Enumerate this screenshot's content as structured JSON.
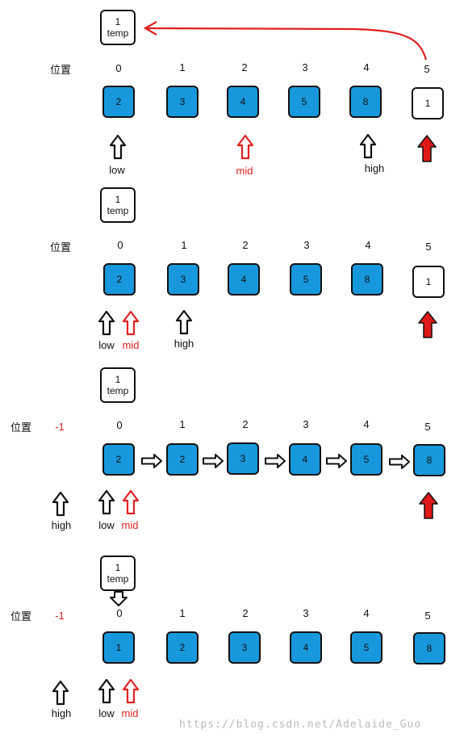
{
  "position_label": "位置",
  "temp_value": "1",
  "temp_label": "temp",
  "minus_one": "-1",
  "watermark": "https://blog.csdn.net/Adelaide_Guo",
  "steps": [
    {
      "indices": [
        "0",
        "1",
        "2",
        "3",
        "4",
        "5"
      ],
      "boxes": [
        {
          "v": "2",
          "fill": "blue"
        },
        {
          "v": "3",
          "fill": "blue"
        },
        {
          "v": "4",
          "fill": "blue"
        },
        {
          "v": "5",
          "fill": "blue"
        },
        {
          "v": "8",
          "fill": "blue"
        },
        {
          "v": "1",
          "fill": "white"
        }
      ],
      "pointers": [
        {
          "label": "low",
          "slot": 0,
          "color": "black"
        },
        {
          "label": "mid",
          "slot": 2,
          "color": "red"
        },
        {
          "label": "high",
          "slot": 4,
          "color": "black"
        }
      ],
      "red_arrow_slot": 5
    },
    {
      "indices": [
        "0",
        "1",
        "2",
        "3",
        "4",
        "5"
      ],
      "boxes": [
        {
          "v": "2",
          "fill": "blue"
        },
        {
          "v": "3",
          "fill": "blue"
        },
        {
          "v": "4",
          "fill": "blue"
        },
        {
          "v": "5",
          "fill": "blue"
        },
        {
          "v": "8",
          "fill": "blue"
        },
        {
          "v": "1",
          "fill": "white"
        }
      ],
      "pointers": [
        {
          "label": "low",
          "slot": 0,
          "color": "black"
        },
        {
          "label": "mid",
          "slot": 0,
          "color": "red"
        },
        {
          "label": "high",
          "slot": 1,
          "color": "black"
        }
      ],
      "red_arrow_slot": 5
    },
    {
      "indices": [
        "0",
        "1",
        "2",
        "3",
        "4",
        "5"
      ],
      "boxes": [
        {
          "v": "2",
          "fill": "blue"
        },
        {
          "v": "2",
          "fill": "blue"
        },
        {
          "v": "3",
          "fill": "blue"
        },
        {
          "v": "4",
          "fill": "blue"
        },
        {
          "v": "5",
          "fill": "blue"
        },
        {
          "v": "8",
          "fill": "blue"
        }
      ],
      "pointers": [
        {
          "label": "high",
          "slot": -1,
          "color": "black"
        },
        {
          "label": "low",
          "slot": 0,
          "color": "black"
        },
        {
          "label": "mid",
          "slot": 0,
          "color": "red"
        }
      ],
      "red_arrow_slot": 5
    },
    {
      "indices": [
        "0",
        "1",
        "2",
        "3",
        "4",
        "5"
      ],
      "boxes": [
        {
          "v": "1",
          "fill": "blue"
        },
        {
          "v": "2",
          "fill": "blue"
        },
        {
          "v": "3",
          "fill": "blue"
        },
        {
          "v": "4",
          "fill": "blue"
        },
        {
          "v": "5",
          "fill": "blue"
        },
        {
          "v": "8",
          "fill": "blue"
        }
      ],
      "pointers": [
        {
          "label": "high",
          "slot": -1,
          "color": "black"
        },
        {
          "label": "low",
          "slot": 0,
          "color": "black"
        },
        {
          "label": "mid",
          "slot": 0,
          "color": "red"
        }
      ]
    }
  ]
}
